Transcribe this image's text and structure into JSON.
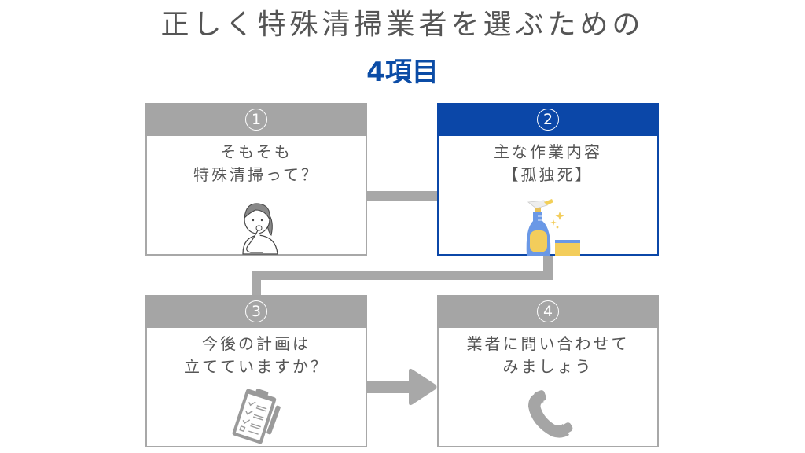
{
  "title": "正しく特殊清掃業者を選ぶための",
  "subtitle": "4項目",
  "colors": {
    "accent": "#0b47a8",
    "gray": "#a5a5a5",
    "text": "#555555",
    "title": "#555555",
    "subtitle": "#0b4ca6"
  },
  "cards": [
    {
      "number": "1",
      "line1": "そもそも",
      "line2": "特殊清掃って？",
      "icon": "thinking-woman-icon"
    },
    {
      "number": "2",
      "line1": "主な作業内容",
      "line2": "【孤独死】",
      "icon": "spray-bottle-sponge-icon",
      "active": true
    },
    {
      "number": "3",
      "line1": "今後の計画は",
      "line2": "立てていますか？",
      "icon": "clipboard-checklist-icon"
    },
    {
      "number": "4",
      "line1": "業者に問い合わせて",
      "line2": "みましょう",
      "icon": "phone-icon"
    }
  ]
}
